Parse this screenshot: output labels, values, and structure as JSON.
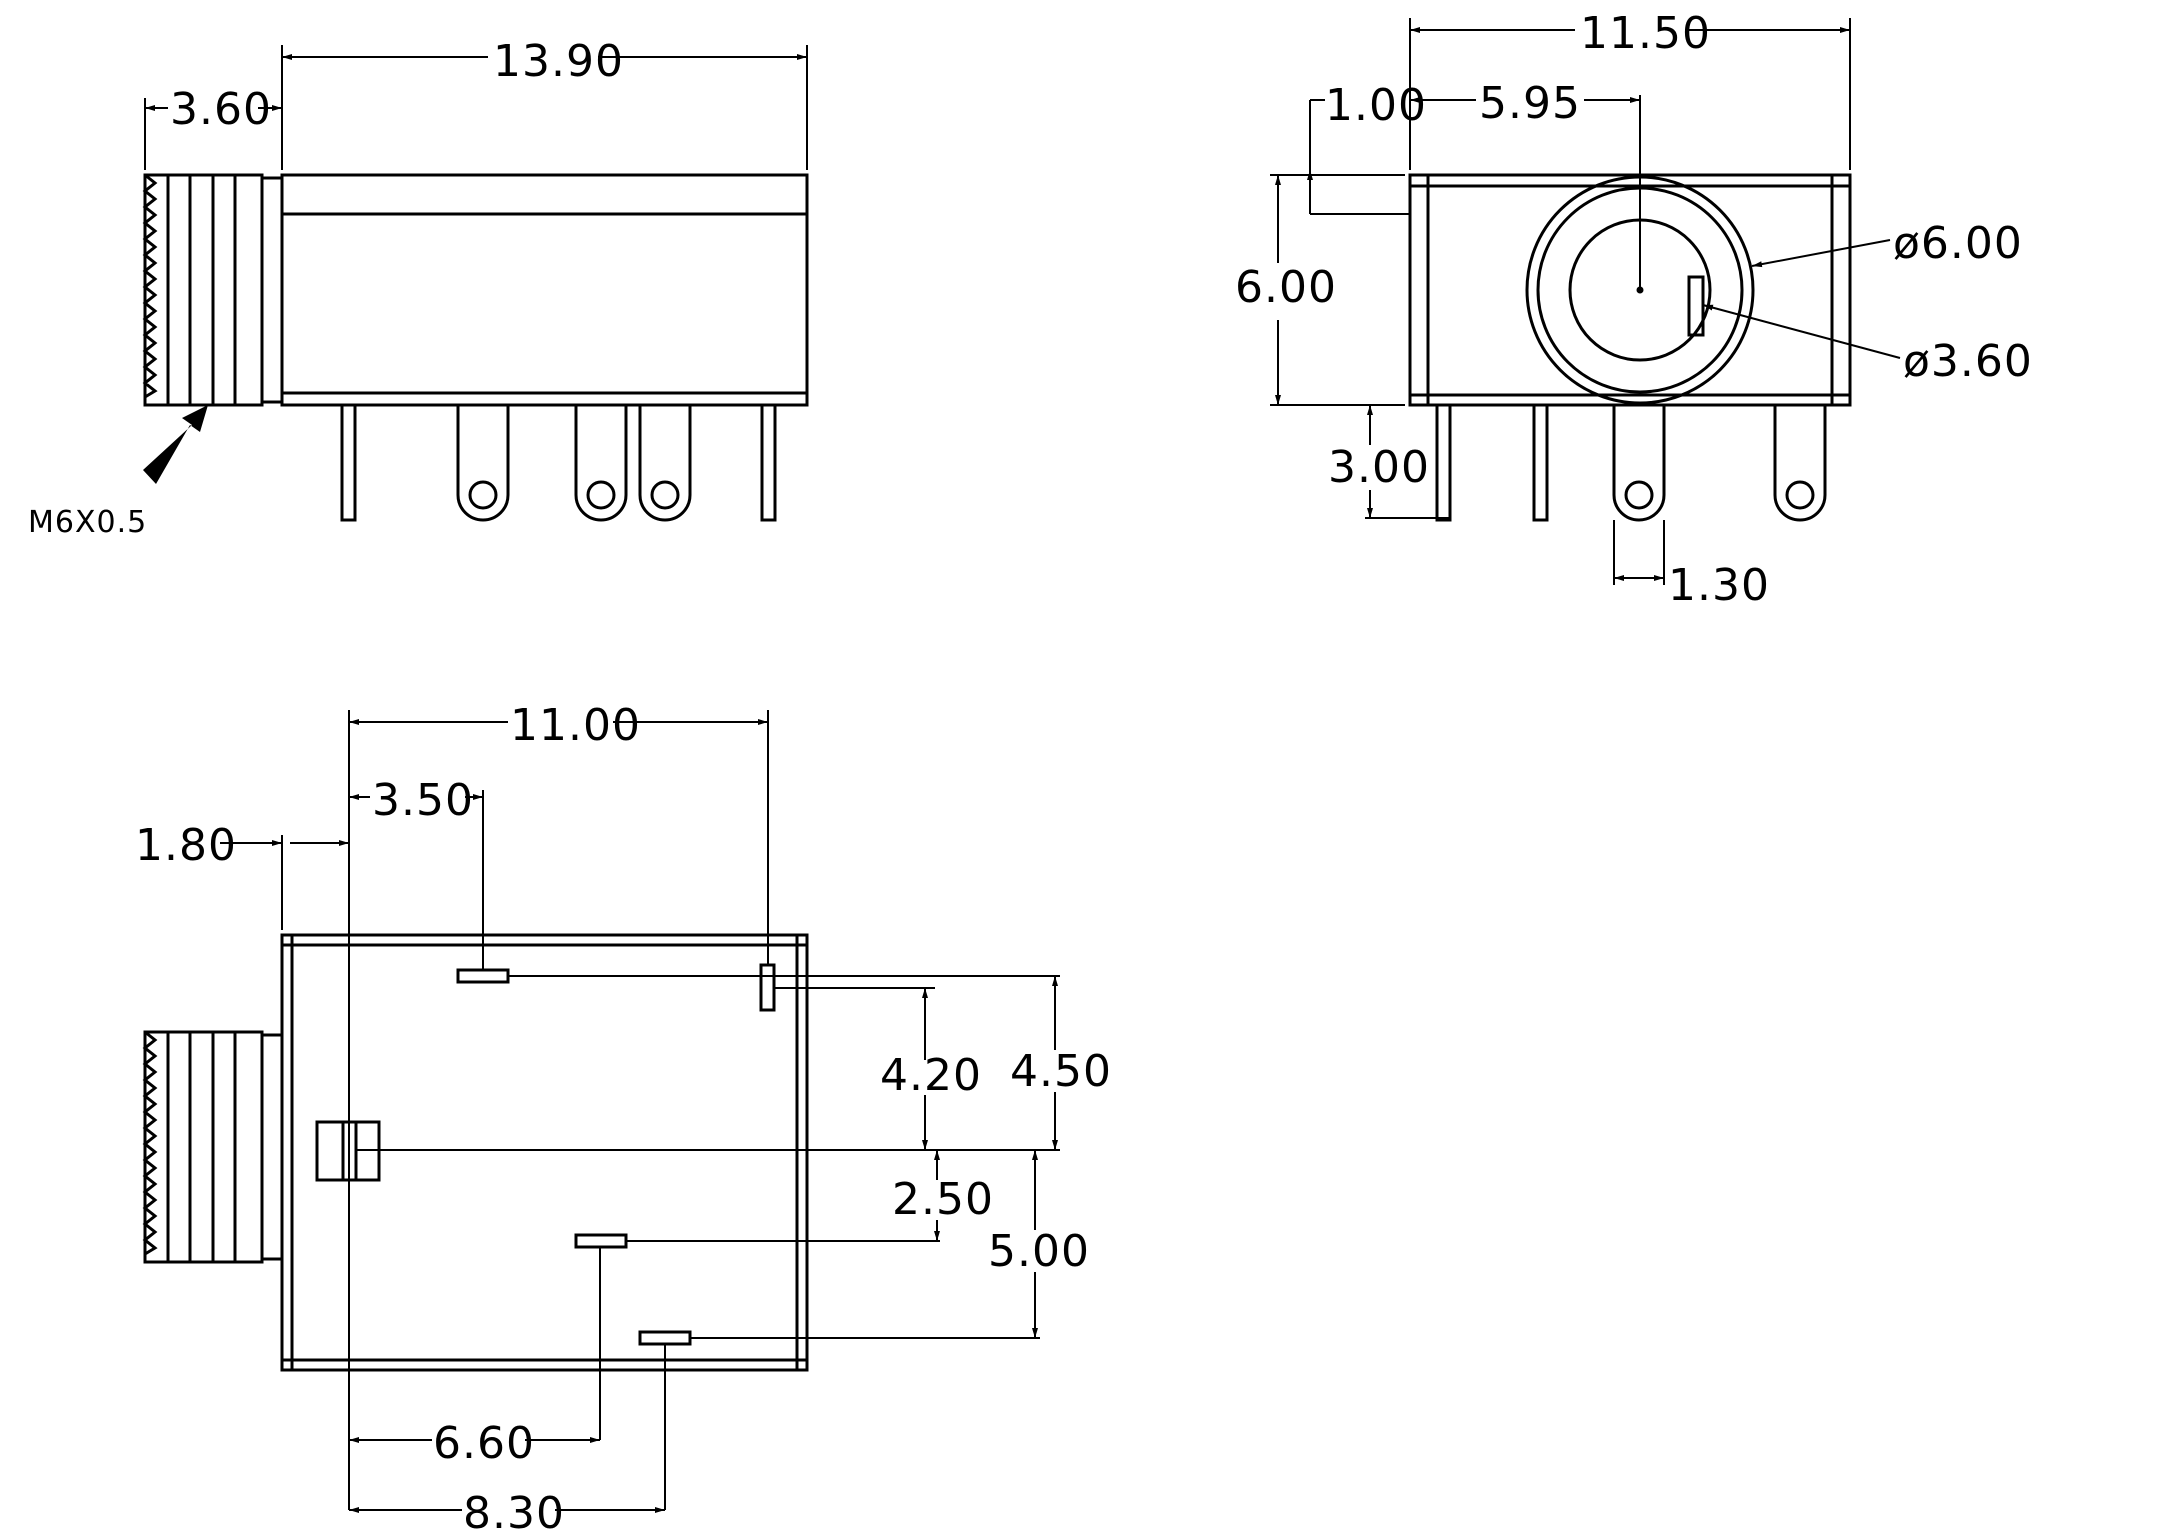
{
  "drawing": {
    "side_view": {
      "dim_overall_length": "13.90",
      "dim_thread_length": "3.60",
      "thread_spec": "M6X0.5"
    },
    "front_view": {
      "dim_width": "11.50",
      "dim_center_offset": "5.95",
      "dim_top_step": "1.00",
      "dim_height": "6.00",
      "dim_pin_length": "3.00",
      "dim_pin_width": "1.30",
      "dim_outer_diameter": "ø6.00",
      "dim_inner_diameter": "ø3.60"
    },
    "bottom_view": {
      "dim_span": "11.00",
      "dim_first_pin": "3.50",
      "dim_body_offset": "1.80",
      "dim_pin_row_a": "4.20",
      "dim_pin_row_b": "4.50",
      "dim_pin_row_c": "2.50",
      "dim_pin_row_d": "5.00",
      "dim_pin_pos_a": "6.60",
      "dim_pin_pos_b": "8.30"
    }
  }
}
